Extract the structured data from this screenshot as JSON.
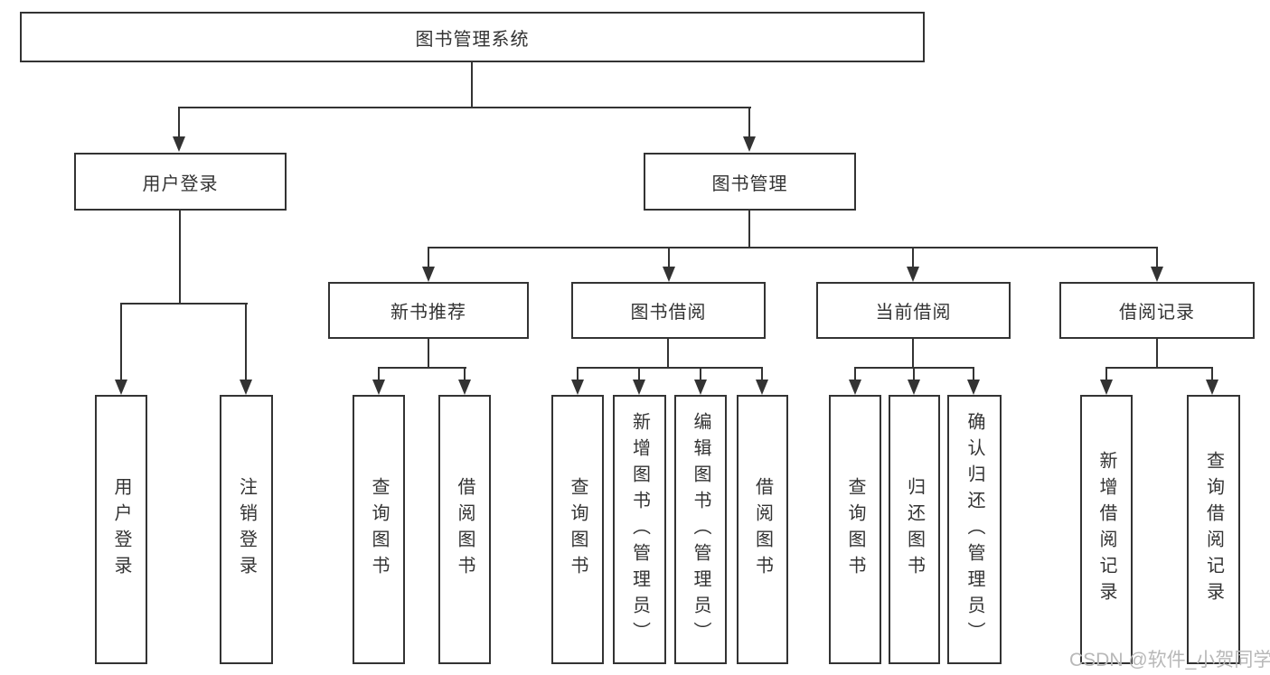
{
  "diagram": {
    "root": {
      "label": "图书管理系统"
    },
    "level1": [
      {
        "label": "用户登录"
      },
      {
        "label": "图书管理"
      }
    ],
    "login_children": [
      {
        "label": "用户登录"
      },
      {
        "label": "注销登录"
      }
    ],
    "level2": [
      {
        "label": "新书推荐"
      },
      {
        "label": "图书借阅"
      },
      {
        "label": "当前借阅"
      },
      {
        "label": "借阅记录"
      }
    ],
    "recommend_children": [
      {
        "label": "查询图书"
      },
      {
        "label": "借阅图书"
      }
    ],
    "borrow_children": [
      {
        "label": "查询图书"
      },
      {
        "label": "新增图书（管理员）"
      },
      {
        "label": "编辑图书（管理员）"
      },
      {
        "label": "借阅图书"
      }
    ],
    "current_children": [
      {
        "label": "查询图书"
      },
      {
        "label": "归还图书"
      },
      {
        "label": "确认归还（管理员）"
      }
    ],
    "record_children": [
      {
        "label": "新增借阅记录"
      },
      {
        "label": "查询借阅记录"
      }
    ],
    "watermark": "CSDN @软件_小贺同学",
    "colors": {
      "line": "#333333",
      "text": "#333333",
      "watermark": "#b8b8b8",
      "background": "#ffffff"
    }
  }
}
